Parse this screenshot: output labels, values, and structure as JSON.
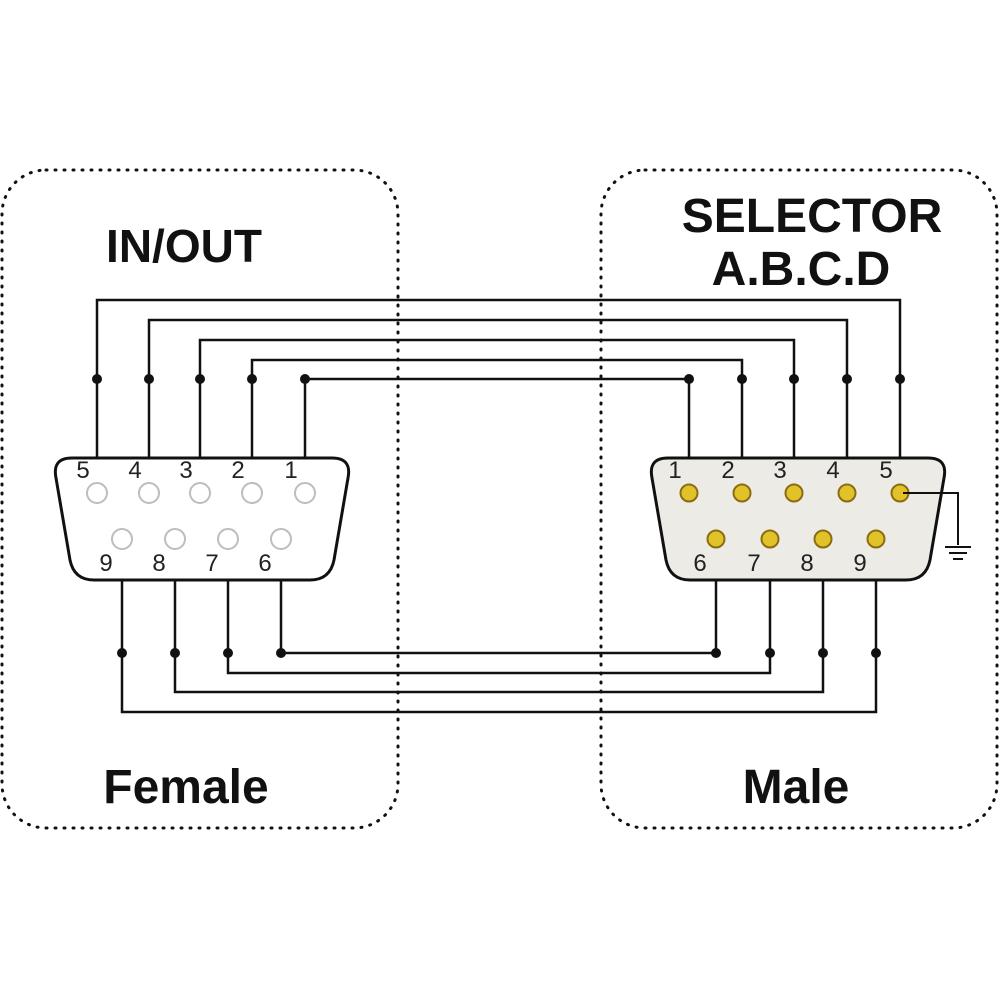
{
  "left_panel": {
    "title": "IN/OUT",
    "caption": "Female",
    "connector": {
      "top_row": [
        "5",
        "4",
        "3",
        "2",
        "1"
      ],
      "bottom_row": [
        "9",
        "8",
        "7",
        "6"
      ]
    }
  },
  "right_panel": {
    "title_line1": "SELECTOR",
    "title_line2": "A.B.C.D",
    "caption": "Male",
    "connector": {
      "top_row": [
        "1",
        "2",
        "3",
        "4",
        "5"
      ],
      "bottom_row": [
        "6",
        "7",
        "8",
        "9"
      ]
    }
  },
  "wiring": [
    {
      "from": "1",
      "to": "1"
    },
    {
      "from": "2",
      "to": "2"
    },
    {
      "from": "3",
      "to": "3"
    },
    {
      "from": "4",
      "to": "4"
    },
    {
      "from": "5",
      "to": "5"
    },
    {
      "from": "6",
      "to": "6"
    },
    {
      "from": "7",
      "to": "7"
    },
    {
      "from": "8",
      "to": "8"
    },
    {
      "from": "9",
      "to": "9"
    }
  ],
  "ground_pin": "5",
  "colors": {
    "line": "#111111",
    "male_pin": "#e2c22a",
    "male_shell": "#ecebe6",
    "female_pin": "#ffffff",
    "female_pin_stroke": "#bdbdbd"
  }
}
